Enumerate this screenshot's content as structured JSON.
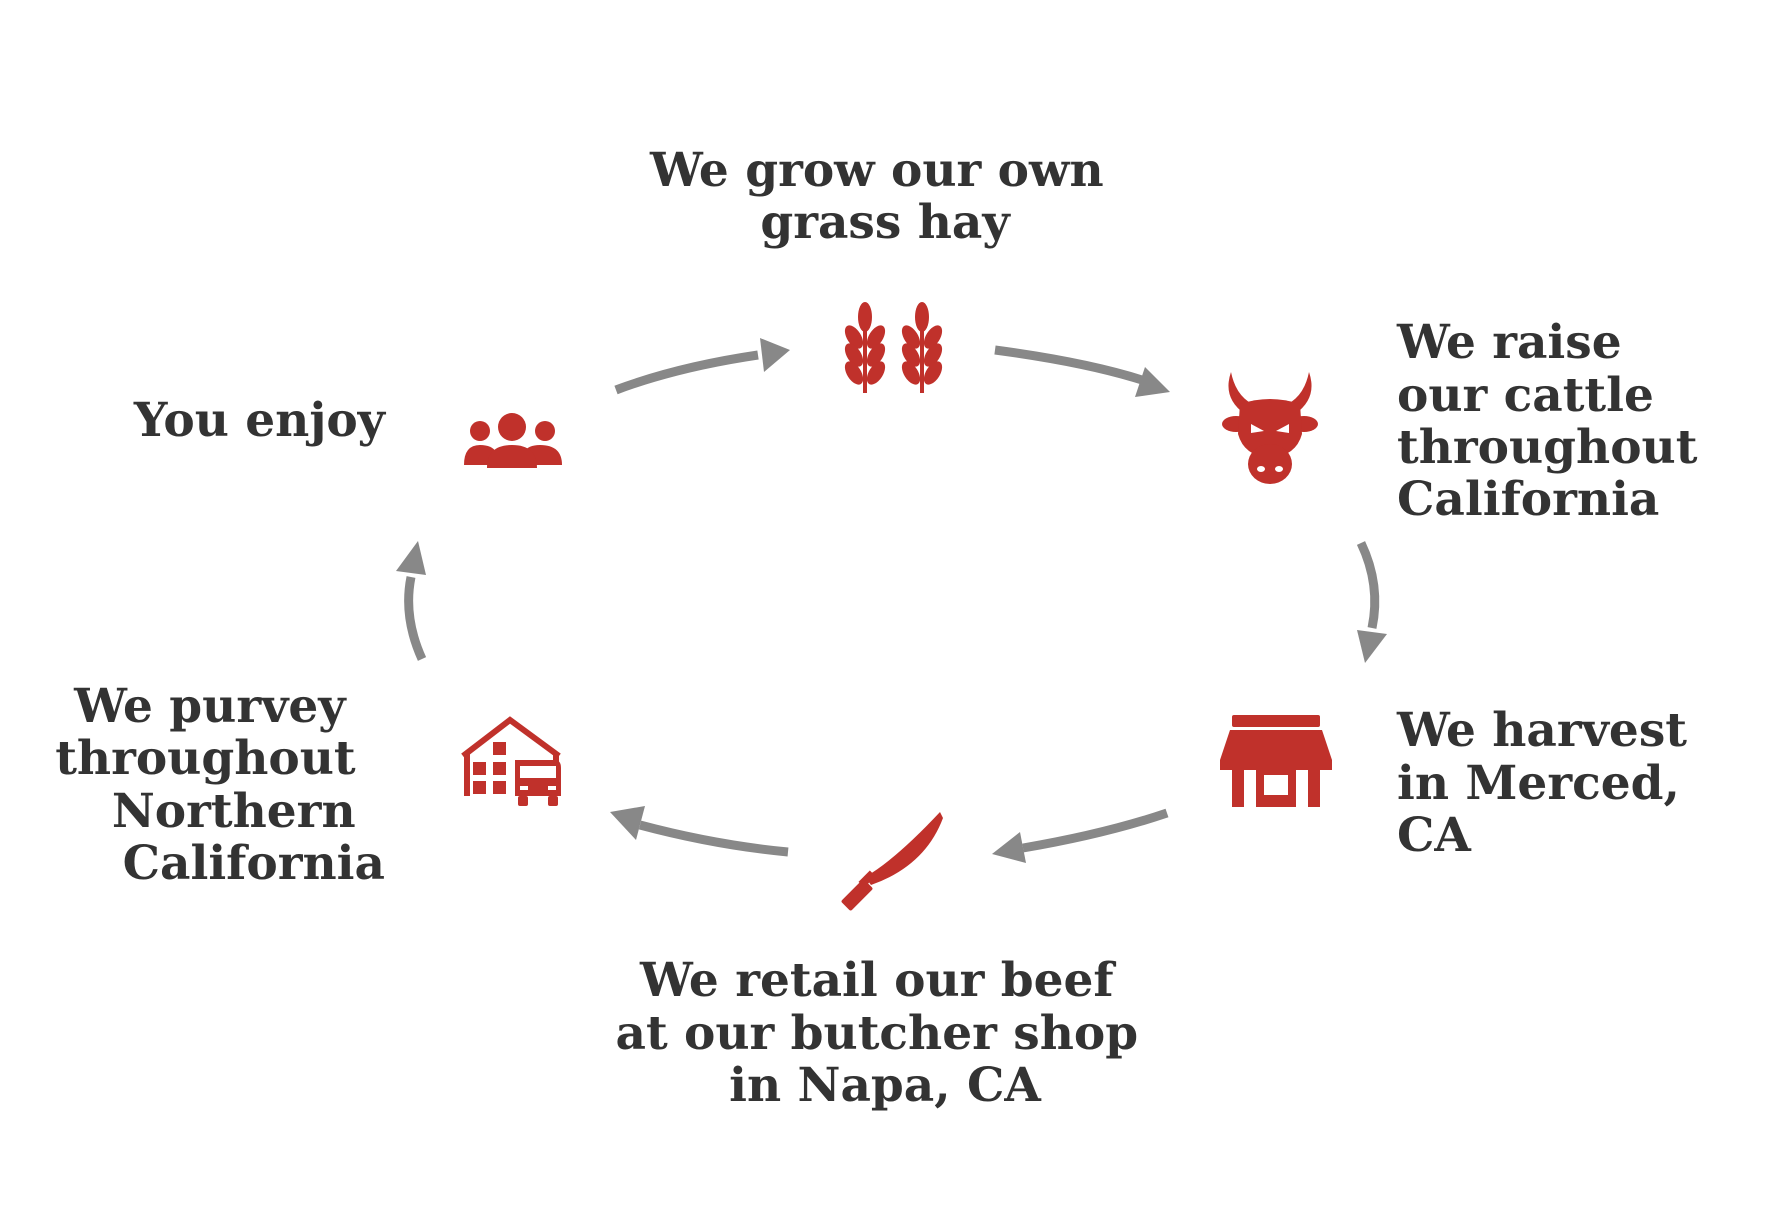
{
  "colors": {
    "icon": "#C0312B",
    "text": "#333333",
    "arrow": "#888888",
    "background": "#FFFFFF"
  },
  "steps": [
    {
      "icon": "wheat-icon",
      "lines": [
        "We grow our own",
        "grass hay"
      ]
    },
    {
      "icon": "bull-icon",
      "lines": [
        "We raise",
        "our cattle",
        "throughout",
        "California"
      ]
    },
    {
      "icon": "storefront-icon",
      "lines": [
        "We harvest",
        "in Merced,",
        "CA"
      ]
    },
    {
      "icon": "knife-icon",
      "lines": [
        "We retail our beef",
        "at our butcher shop",
        "in Napa, CA"
      ]
    },
    {
      "icon": "warehouse-truck-icon",
      "lines": [
        "We purvey",
        "throughout",
        "Northern",
        "California"
      ]
    },
    {
      "icon": "people-icon",
      "lines": [
        "You enjoy"
      ]
    }
  ]
}
